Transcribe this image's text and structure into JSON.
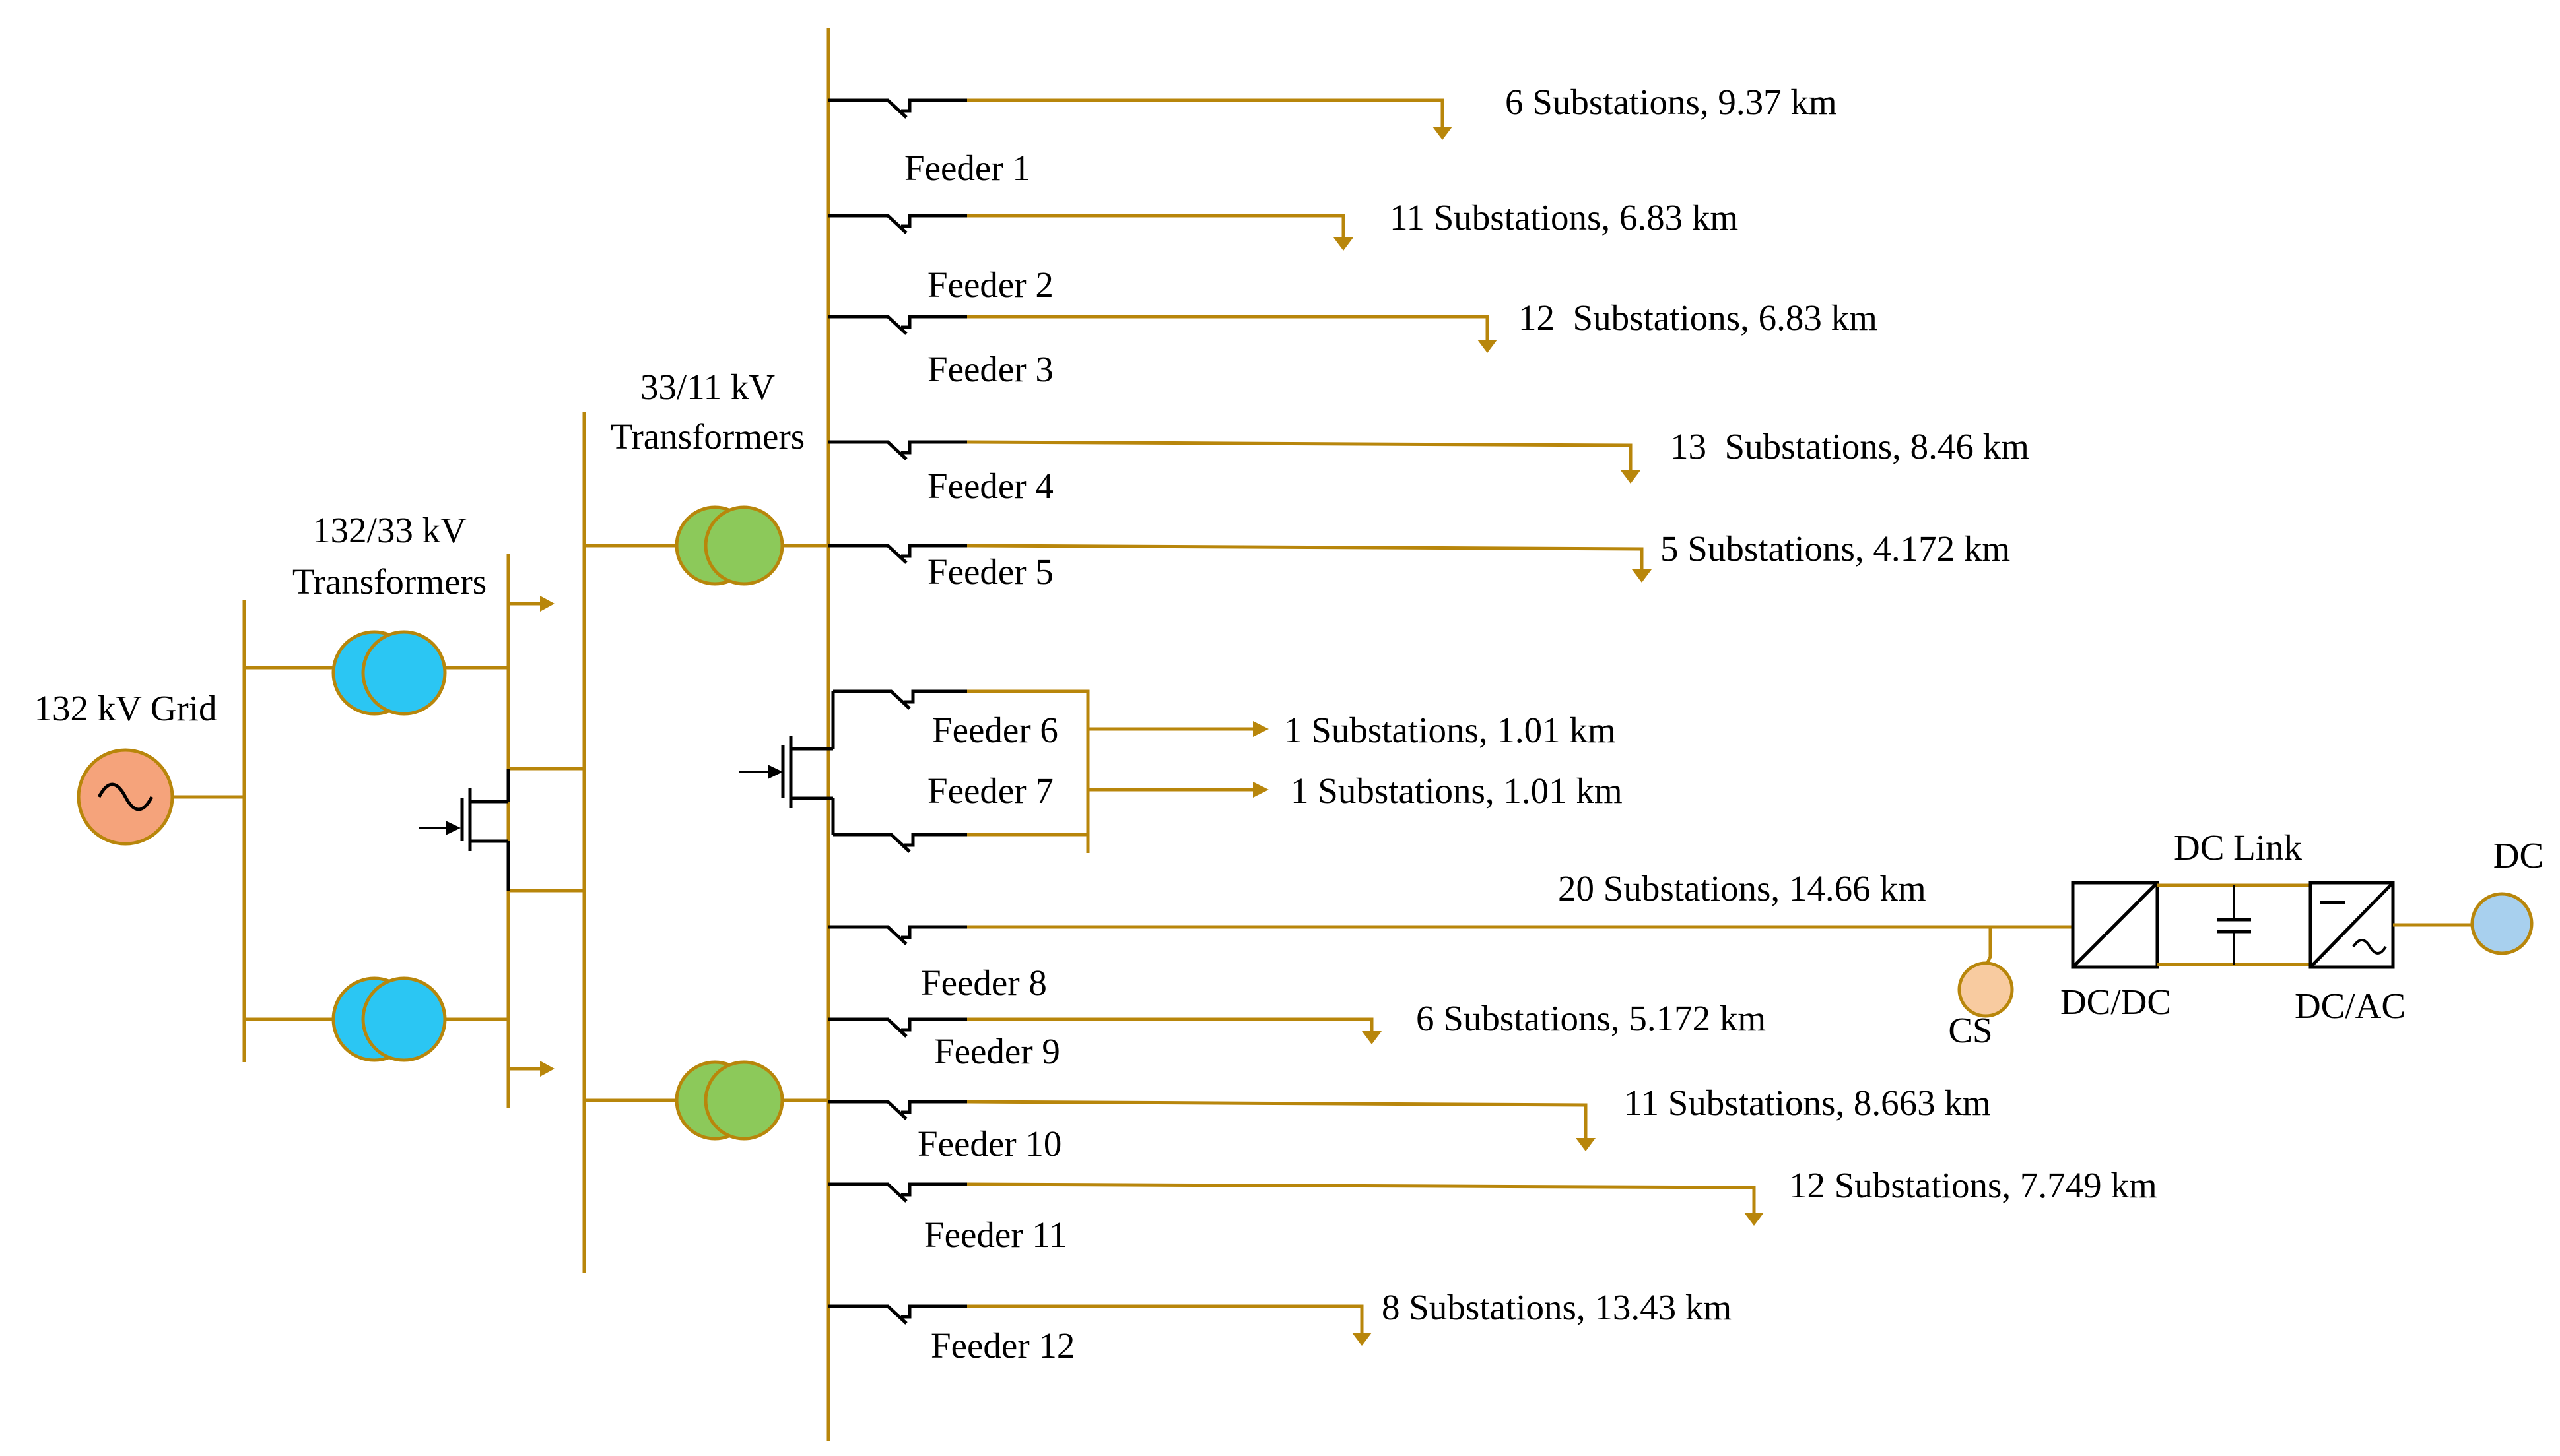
{
  "colors": {
    "line": "#B8860B",
    "grid_source": "#F5A37B",
    "transformer_132_33": "#2BC6F3",
    "transformer_33_11": "#8CC95A",
    "cs": "#F8CBA0",
    "dc": "#A8D0EE",
    "text": "#000000",
    "switch": "#000000"
  },
  "labels": {
    "grid": "132 kV Grid",
    "tx_132_33_line1": "132/33 kV",
    "tx_132_33_line2": "Transformers",
    "tx_33_11_line1": "33/11 kV",
    "tx_33_11_line2": "Transformers",
    "dc_link": "DC Link",
    "dc": "DC",
    "dc_dc": "DC/DC",
    "dc_ac": "DC/AC",
    "cs": "CS"
  },
  "feeders": [
    {
      "name": "Feeder 1",
      "info": "6 Substations, 9.37 km"
    },
    {
      "name": "Feeder 2",
      "info": "11 Substations, 6.83 km"
    },
    {
      "name": "Feeder 3",
      "info": "12  Substations, 6.83 km"
    },
    {
      "name": "Feeder 4",
      "info": "13  Substations, 8.46 km"
    },
    {
      "name": "Feeder 5",
      "info": "5 Substations, 4.172 km"
    },
    {
      "name": "Feeder 6",
      "info": "1 Substations, 1.01 km"
    },
    {
      "name": "Feeder 7",
      "info": "1 Substations, 1.01 km"
    },
    {
      "name": "Feeder 8",
      "info": "20 Substations, 14.66 km"
    },
    {
      "name": "Feeder 9",
      "info": "6 Substations, 5.172 km"
    },
    {
      "name": "Feeder 10",
      "info": "11 Substations, 8.663 km"
    },
    {
      "name": "Feeder 11",
      "info": "12 Substations, 7.749 km"
    },
    {
      "name": "Feeder 12",
      "info": "8 Substations, 13.43 km"
    }
  ]
}
